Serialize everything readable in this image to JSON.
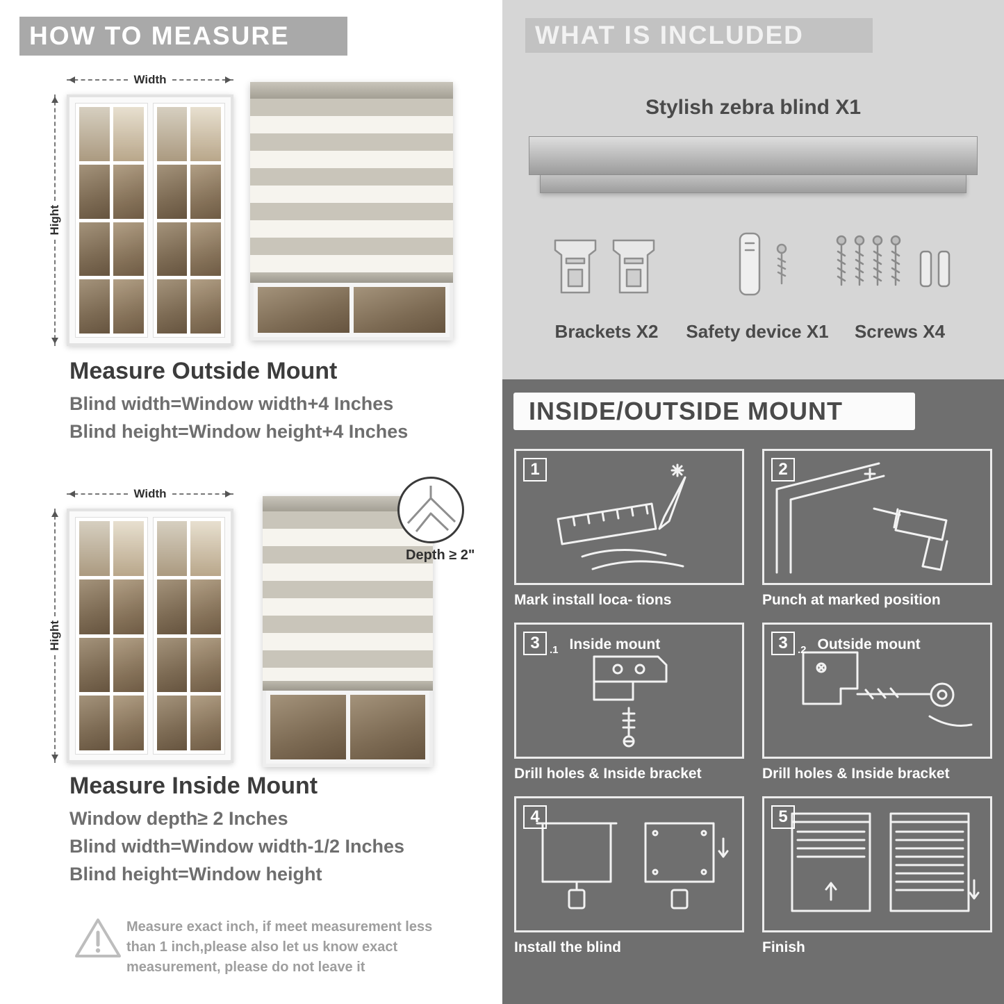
{
  "colors": {
    "left_header_bg": "#a9a9a9",
    "included_panel_bg": "#d6d6d6",
    "included_header_bg": "#c2c2c2",
    "mount_panel_bg": "#6f6f6f",
    "heading_text": "#3c3c3c",
    "body_text": "#6e6e6e",
    "white": "#ffffff"
  },
  "left": {
    "header": "HOW TO MEASURE",
    "labels": {
      "width": "Width",
      "height": "Hight"
    },
    "outside": {
      "title": "Measure Outside Mount",
      "lines": [
        "Blind width=Window width+4 Inches",
        "Blind height=Window height+4 Inches"
      ]
    },
    "inside": {
      "depth_callout": "Depth ≥ 2\"",
      "title": "Measure Inside Mount",
      "lines": [
        "Window depth≥ 2 Inches",
        "Blind width=Window width-1/2 Inches",
        "Blind height=Window height"
      ]
    },
    "warning_lines": [
      "Measure exact inch, if meet measurement less",
      "than 1 inch,please also let us know exact",
      "measurement, please do not leave it"
    ]
  },
  "right": {
    "included": {
      "header": "WHAT IS INCLUDED",
      "product_label": "Stylish zebra blind X1",
      "items": [
        {
          "label": "Brackets X2"
        },
        {
          "label": "Safety device X1"
        },
        {
          "label": "Screws X4"
        }
      ]
    },
    "mount": {
      "header": "INSIDE/OUTSIDE MOUNT",
      "steps": [
        {
          "num": "1",
          "caption": "Mark install loca- tions"
        },
        {
          "num": "2",
          "caption": "Punch at  marked position"
        },
        {
          "num": "3",
          "sub": ".1",
          "label": "Inside mount",
          "caption": "Drill holes &  Inside bracket"
        },
        {
          "num": "3",
          "sub": ".2",
          "label": "Outside mount",
          "caption": "Drill holes &  Inside bracket"
        },
        {
          "num": "4",
          "caption": "Install the blind"
        },
        {
          "num": "5",
          "caption": "Finish"
        }
      ]
    }
  }
}
